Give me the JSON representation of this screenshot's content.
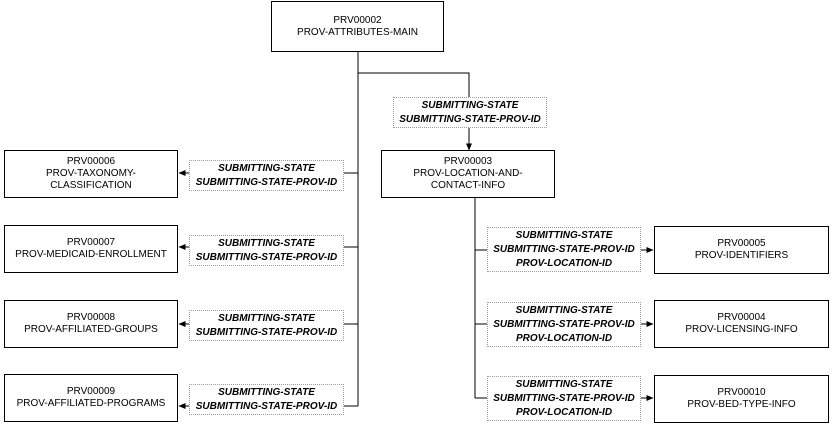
{
  "diagram": {
    "nodes": {
      "main": {
        "id": "PRV00002",
        "name": "PROV-ATTRIBUTES-MAIN"
      },
      "location": {
        "id": "PRV00003",
        "name_line1": "PROV-LOCATION-AND-",
        "name_line2": "CONTACT-INFO"
      },
      "taxonomy": {
        "id": "PRV00006",
        "name_line1": "PROV-TAXONOMY-",
        "name_line2": "CLASSIFICATION"
      },
      "medicaid": {
        "id": "PRV00007",
        "name": "PROV-MEDICAID-ENROLLMENT"
      },
      "groups": {
        "id": "PRV00008",
        "name": "PROV-AFFILIATED-GROUPS"
      },
      "programs": {
        "id": "PRV00009",
        "name": "PROV-AFFILIATED-PROGRAMS"
      },
      "identifiers": {
        "id": "PRV00005",
        "name": "PROV-IDENTIFIERS"
      },
      "licensing": {
        "id": "PRV00004",
        "name": "PROV-LICENSING-INFO"
      },
      "bedtype": {
        "id": "PRV00010",
        "name": "PROV-BED-TYPE-INFO"
      }
    },
    "keys": {
      "state": "SUBMITTING-STATE",
      "state_prov_id": "SUBMITTING-STATE-PROV-ID",
      "location_id": "PROV-LOCATION-ID"
    }
  }
}
